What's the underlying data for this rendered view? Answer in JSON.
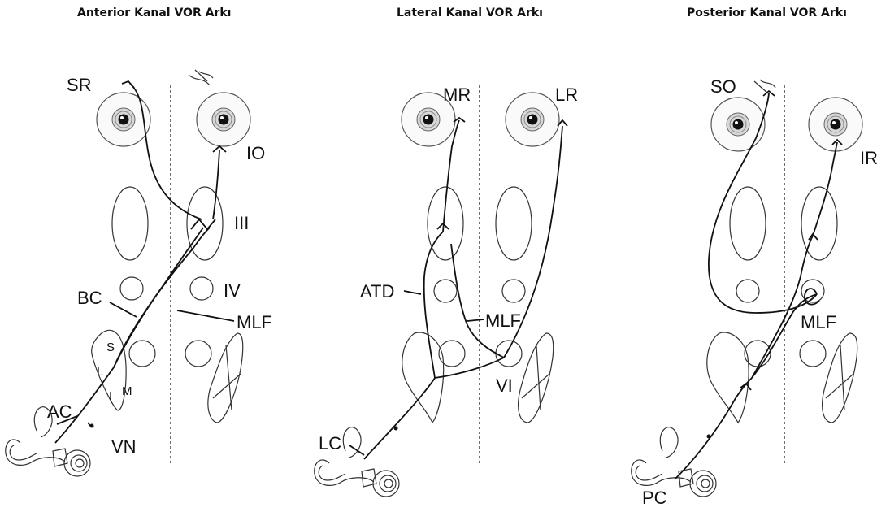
{
  "panels": [
    {
      "title": "Anterior Kanal VOR Arkı",
      "labels": {
        "sr": "SR",
        "io": "IO",
        "iii": "III",
        "iv": "IV",
        "bc": "BC",
        "mlf": "MLF",
        "s": "S",
        "l": "L",
        "m": "M",
        "i": "I",
        "ac": "AC",
        "vn": "VN"
      }
    },
    {
      "title": "Lateral Kanal VOR Arkı",
      "labels": {
        "mr": "MR",
        "lr": "LR",
        "atd": "ATD",
        "mlf": "MLF",
        "vi": "VI",
        "lc": "LC"
      }
    },
    {
      "title": "Posterior Kanal VOR Arkı",
      "labels": {
        "so": "SO",
        "ir": "IR",
        "mlf": "MLF",
        "pc": "PC"
      }
    }
  ]
}
